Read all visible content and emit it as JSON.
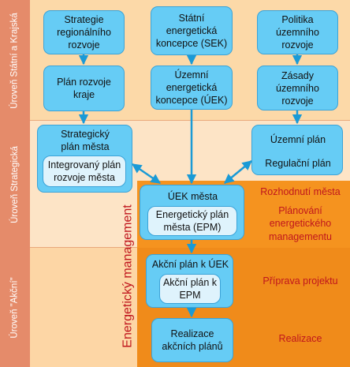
{
  "levels": {
    "state_region": "Úroveň Státní a Krajská",
    "strategic": "Úroveň Strategická",
    "action": "Úroveň \"Akční\""
  },
  "boxes": {
    "regional_strategy": "Strategie regionálního rozvoje",
    "regional_plan": "Plán rozvoje kraje",
    "sek": "Státní energetická koncepce (SEK)",
    "uek_territorial": "Územní energetická koncepce (ÚEK)",
    "spatial_policy": "Politika územního rozvoje",
    "spatial_principles": "Zásady územního rozvoje",
    "city_strategic_plan": "Strategický plán města",
    "integrated_plan": "Integrovaný plán rozvoje města",
    "land_use_plan": "Územní plán",
    "regulatory_plan": "Regulační plán",
    "uek_city": "ÚEK města",
    "epm": "Energetický plán města (EPM)",
    "action_plan_uek": "Akční plán k ÚEK",
    "action_plan_epm": "Akční plán k EPM",
    "implementation": "Realizace akčních plánů"
  },
  "stages": {
    "decision": "Rozhodnutí města",
    "planning": "Plánování energetického managementu",
    "preparation": "Příprava projektu",
    "implementation": "Realizace"
  },
  "energy_management_label": "Energetický management",
  "colors": {
    "sidebar": "#e58b6a",
    "band_top": "#fcd9a8",
    "band_middle": "#fde4c6",
    "band_bottom": "#fdd6a5",
    "orange_panel": "#f5931f",
    "box_fill": "#66ccf5",
    "box_border": "#3ba3d8",
    "arrow": "#1a9ad6",
    "accent_text": "#c0161d"
  }
}
